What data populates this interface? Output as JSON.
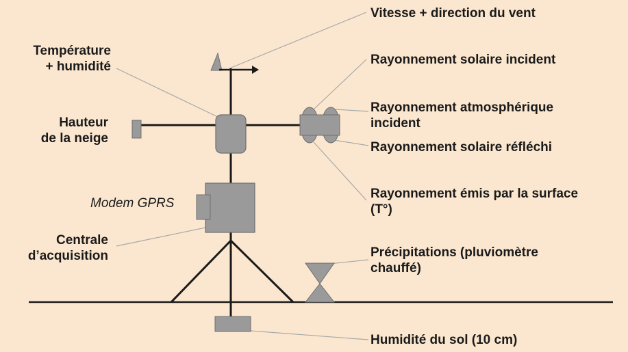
{
  "labels": {
    "wind": "Vitesse + direction du vent",
    "temp_line1": "Température",
    "temp_line2": "+ humidité",
    "solar_incident": "Rayonnement solaire incident",
    "atm_line1": "Rayonnement atmosphérique",
    "atm_line2": "incident",
    "solar_reflected": "Rayonnement solaire réfléchi",
    "snow_line1": "Hauteur",
    "snow_line2": "de la neige",
    "emitted_line1": "Rayonnement émis par la surface",
    "emitted_line2": "(T°)",
    "modem": "Modem GPRS",
    "logger_line1": "Centrale",
    "logger_line2": "d’acquisition",
    "precip_line1": "Précipitations (pluviomètre",
    "precip_line2": "chauffé)",
    "soil": "Humidité du sol (10 cm)"
  },
  "colors": {
    "background": "#fbe7cf",
    "component_fill": "#9a9a9a",
    "component_stroke": "#6f6f6f",
    "line": "#1a1a1a",
    "leader": "#a0a0a0"
  }
}
